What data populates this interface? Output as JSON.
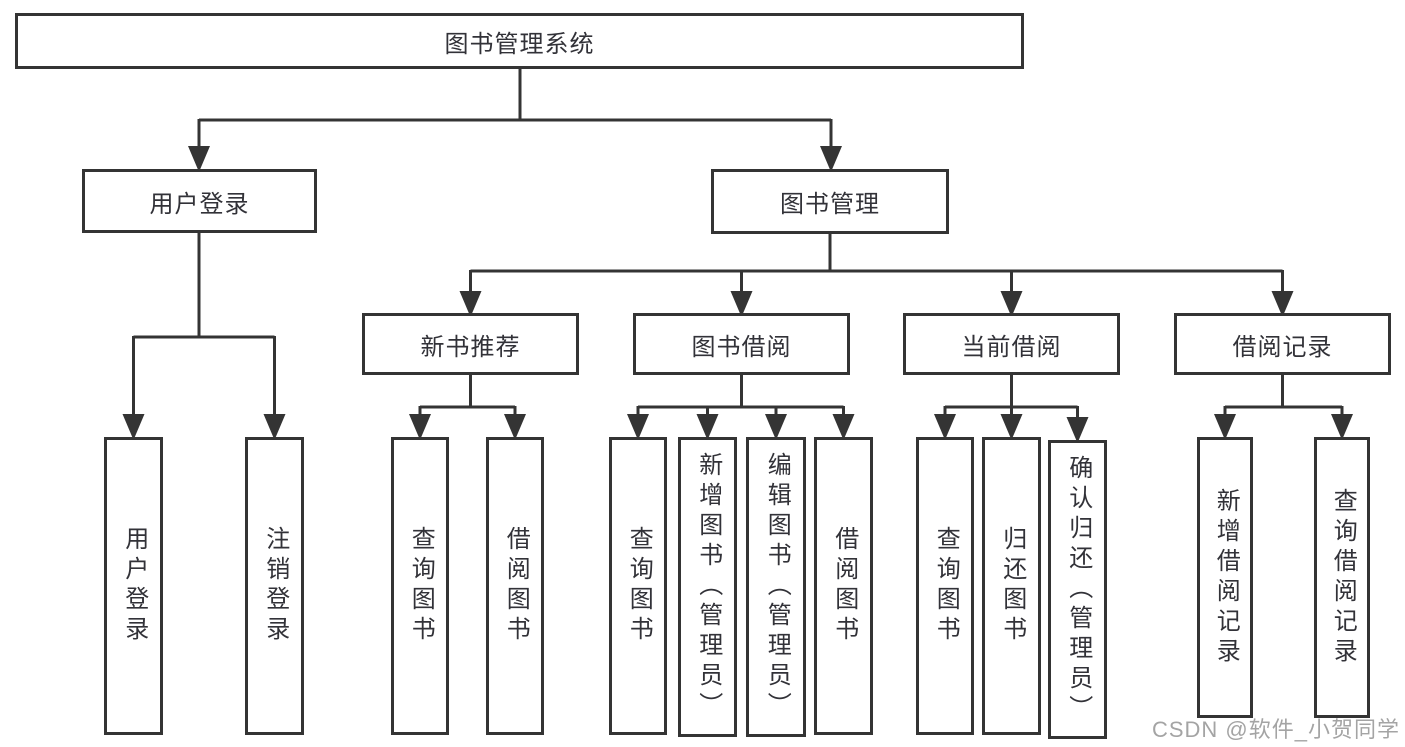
{
  "diagram": {
    "root": {
      "label": "图书管理系统"
    },
    "branches": [
      {
        "label": "用户登录",
        "leaves": [
          {
            "label": "用户登录"
          },
          {
            "label": "注销登录"
          }
        ]
      },
      {
        "label": "图书管理",
        "groups": [
          {
            "label": "新书推荐",
            "leaves": [
              {
                "label": "查询图书"
              },
              {
                "label": "借阅图书"
              }
            ]
          },
          {
            "label": "图书借阅",
            "leaves": [
              {
                "label": "查询图书"
              },
              {
                "label": "新增图书（管理员）"
              },
              {
                "label": "编辑图书（管理员）"
              },
              {
                "label": "借阅图书"
              }
            ]
          },
          {
            "label": "当前借阅",
            "leaves": [
              {
                "label": "查询图书"
              },
              {
                "label": "归还图书"
              },
              {
                "label": "确认归还（管理员）"
              }
            ]
          },
          {
            "label": "借阅记录",
            "leaves": [
              {
                "label": "新增借阅记录"
              },
              {
                "label": "查询借阅记录"
              }
            ]
          }
        ]
      }
    ]
  },
  "watermark": {
    "text": "CSDN @软件_小贺同学"
  },
  "colors": {
    "line": "#343434",
    "text": "#323238",
    "background": "#ffffff",
    "watermark": "#949494"
  }
}
